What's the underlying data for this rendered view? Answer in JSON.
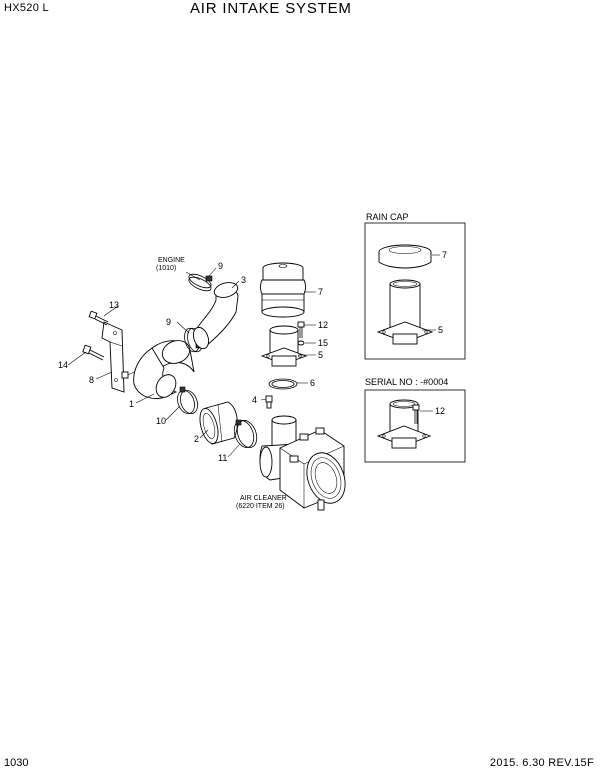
{
  "header": {
    "model": "HX520 L",
    "title": "AIR INTAKE SYSTEM"
  },
  "footer": {
    "page_number": "1030",
    "revision": "2015. 6.30  REV.15F"
  },
  "callouts": {
    "engine": "ENGINE",
    "engine_ref": "(1010)",
    "air_cleaner": "AIR CLEANER",
    "air_cleaner_ref": "(6220 ITEM 26)"
  },
  "parts": [
    "1",
    "2",
    "3",
    "4",
    "5",
    "6",
    "7",
    "8",
    "9",
    "9",
    "10",
    "11",
    "12",
    "13",
    "14",
    "15"
  ],
  "insets": {
    "rain_cap": {
      "title": "RAIN CAP",
      "labels": [
        "7",
        "5"
      ]
    },
    "serial": {
      "title": "SERIAL NO : -#0004",
      "labels": [
        "12"
      ]
    }
  }
}
